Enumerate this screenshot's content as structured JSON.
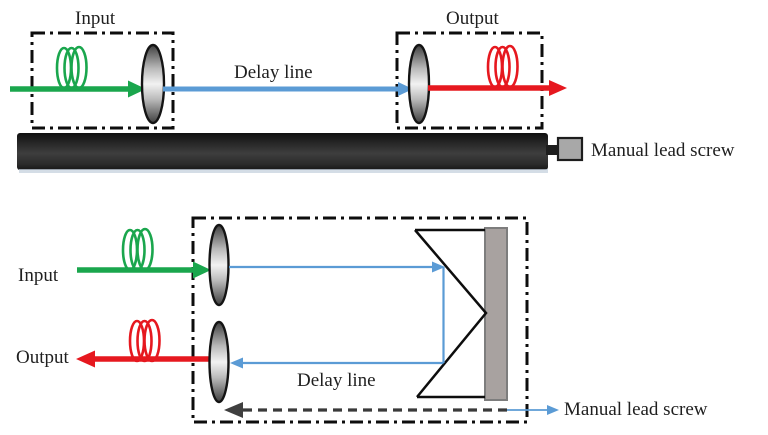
{
  "top_diagram": {
    "input_label": "Input",
    "output_label": "Output",
    "delay_line_label": "Delay line",
    "lead_screw_label": "Manual lead screw"
  },
  "bottom_diagram": {
    "input_label": "Input",
    "output_label": "Output",
    "delay_line_label": "Delay line",
    "lead_screw_label": "Manual lead screw"
  },
  "colors": {
    "input_beam_green": "#1aa64d",
    "output_beam_red": "#e6181f",
    "delay_beam_blue": "#5b9bd5",
    "rail_black": "#1c1c1c",
    "knob_gray": "#a8a8a8",
    "mirror_gray": "#a8a2a0"
  },
  "icons": {
    "fiber_coil": "fiber-coil-icon",
    "lens": "lens-icon",
    "retroreflector": "retroreflector-prism-icon",
    "rail": "translation-rail",
    "knob": "lead-screw-knob"
  }
}
